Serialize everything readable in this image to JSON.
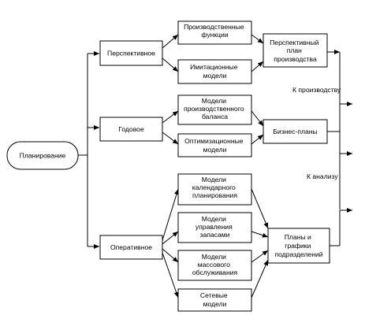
{
  "nodes": {
    "planning": [
      "Планирование"
    ],
    "perspective": [
      "Перспективное"
    ],
    "annual": [
      "Годовое"
    ],
    "operative": [
      "Оперативное"
    ],
    "prod_functions": [
      "Производственные",
      "функции"
    ],
    "imitation_models": [
      "Имитационные",
      "модели"
    ],
    "persp_plan": [
      "Перспективный",
      "план",
      "производства"
    ],
    "balance_models": [
      "Модели",
      "производственного",
      "баланса"
    ],
    "optim_models": [
      "Оптимизационные",
      "модели"
    ],
    "business_plans": [
      "Бизнес-планы"
    ],
    "calendar_models": [
      "Модели",
      "календарного",
      "планирования"
    ],
    "inventory_models": [
      "Модели",
      "управления",
      "запасами"
    ],
    "mass_service_models": [
      "Модели",
      "массового",
      "обслуживания"
    ],
    "network_models": [
      "Сетевые",
      "модели"
    ],
    "unit_plans": [
      "Планы и",
      "графики",
      "подразделений"
    ]
  },
  "side_labels": {
    "to_production": "К производству",
    "to_analysis": "К анализу"
  }
}
